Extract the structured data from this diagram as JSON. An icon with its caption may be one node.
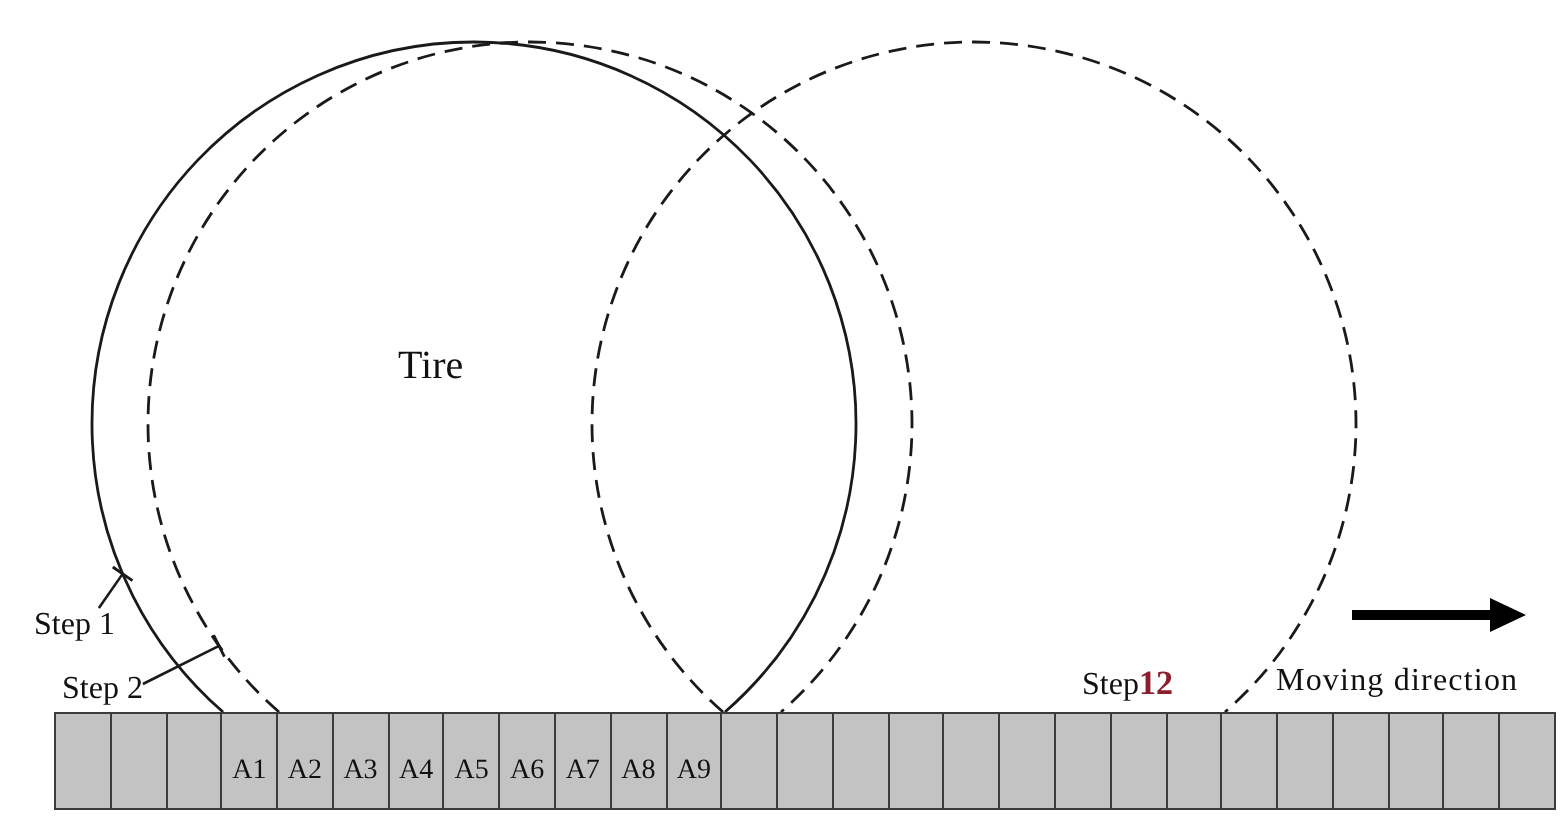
{
  "diagram": {
    "nodes": [
      {
        "text": [
          "Tire"
        ]
      },
      {
        "text": [],
        "shape": "circle"
      },
      {
        "text": [],
        "shape": "circle"
      },
      {
        "text": [
          "Step 1"
        ]
      },
      {
        "text": [
          "Step 2"
        ]
      },
      {
        "text": [],
        "shape": "box"
      },
      {
        "text": [],
        "shape": "box"
      },
      {
        "text": [],
        "shape": "box"
      },
      {
        "text": [
          "A1"
        ]
      },
      {
        "text": [
          "A2"
        ]
      },
      {
        "text": [
          "A3"
        ]
      },
      {
        "text": [
          "A4"
        ]
      },
      {
        "text": [
          "A5"
        ]
      },
      {
        "text": [
          "A6"
        ]
      },
      {
        "text": [
          "A7"
        ]
      },
      {
        "text": [
          "A8"
        ]
      },
      {
        "text": [
          "A9"
        ]
      },
      {
        "text": [],
        "shape": "box"
      },
      {
        "text": [],
        "shape": "box"
      },
      {
        "text": [],
        "shape": "box"
      },
      {
        "text": [],
        "shape": "box"
      },
      {
        "text": [],
        "shape": "box"
      },
      {
        "text": [],
        "shape": "box"
      },
      {
        "text": [],
        "shape": "box"
      },
      {
        "text": [],
        "shape": "box"
      },
      {
        "text": [],
        "shape": "box"
      },
      {
        "text": [],
        "shape": "box"
      },
      {
        "text": [],
        "shape": "box"
      },
      {
        "text": [],
        "shape": "box"
      },
      {
        "text": [],
        "shape": "box"
      },
      {
        "text": [],
        "shape": "box"
      },
      {
        "text": [],
        "shape": "box"
      }
    ],
    "edges": [
      {
        "from": 3,
        "to": 0,
        "arrow": "other"
      },
      {
        "from": 4,
        "to": 1,
        "arrow": "other"
      }
    ],
    "labels": [
      "Step**12**",
      "Moving direction"
    ]
  }
}
